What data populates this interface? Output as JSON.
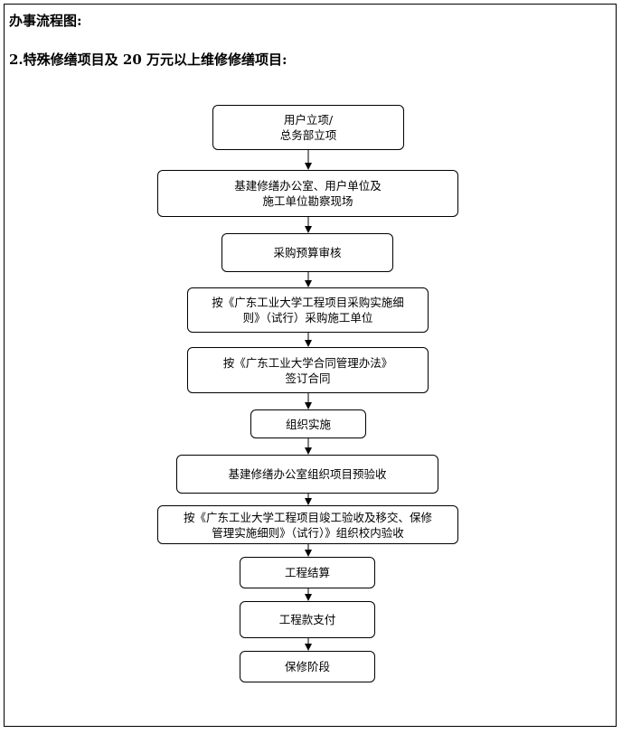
{
  "heading": "办事流程图:",
  "subheading": "2.特殊修缮项目及 20 万元以上维修修缮项目:",
  "steps": [
    {
      "line1": "用户立项/",
      "line2": "总务部立项"
    },
    {
      "line1": "基建修缮办公室、用户单位及",
      "line2": "施工单位勘察现场"
    },
    {
      "line1": "采购预算审核",
      "line2": ""
    },
    {
      "line1": "按《广东工业大学工程项目采购实施细",
      "line2": "则》（试行）采购施工单位"
    },
    {
      "line1": "按《广东工业大学合同管理办法》",
      "line2": "签订合同"
    },
    {
      "line1": "组织实施",
      "line2": ""
    },
    {
      "line1": "基建修缮办公室组织项目预验收",
      "line2": ""
    },
    {
      "line1": "按《广东工业大学工程项目竣工验收及移交、保修",
      "line2": "管理实施细则》（试行）》组织校内验收"
    },
    {
      "line1": "工程结算",
      "line2": ""
    },
    {
      "line1": "工程款支付",
      "line2": ""
    },
    {
      "line1": "保修阶段",
      "line2": ""
    }
  ]
}
